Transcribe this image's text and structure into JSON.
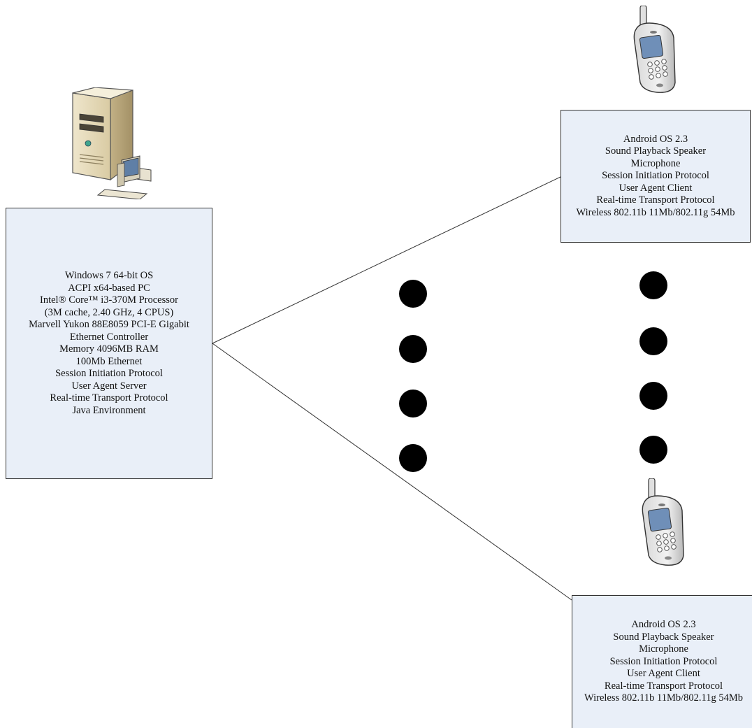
{
  "server": {
    "icon": "server-tower-icon",
    "lines": [
      "Windows 7 64-bit OS",
      "ACPI x64-based PC",
      "Intel® Core™ i3-370M Processor",
      "(3M cache, 2.40 GHz, 4 CPUS)",
      "Marvell Yukon 88E8059 PCI-E Gigabit",
      "Ethernet Controller",
      "Memory 4096MB RAM",
      "100Mb Ethernet",
      "Session Initiation Protocol",
      "User Agent Server",
      "Real-time Transport Protocol",
      "Java Environment"
    ]
  },
  "phones": [
    {
      "icon": "mobile-phone-icon",
      "lines": [
        "Android OS 2.3",
        "Sound Playback Speaker",
        "Microphone",
        "Session Initiation Protocol",
        "User Agent Client",
        "Real-time Transport Protocol",
        "Wireless 802.11b 11Mb/802.11g 54Mb"
      ]
    },
    {
      "icon": "mobile-phone-icon",
      "lines": [
        "Android OS 2.3",
        "Sound Playback Speaker",
        "Microphone",
        "Session Initiation Protocol",
        "User Agent Client",
        "Real-time Transport Protocol",
        "Wireless 802.11b 11Mb/802.11g 54Mb"
      ]
    }
  ],
  "ellipsis_dots": {
    "left_column_count": 4,
    "right_column_count": 4,
    "color": "#000000"
  },
  "colors": {
    "box_fill": "#e9eff8",
    "box_border": "#333333",
    "connector": "#333333"
  }
}
